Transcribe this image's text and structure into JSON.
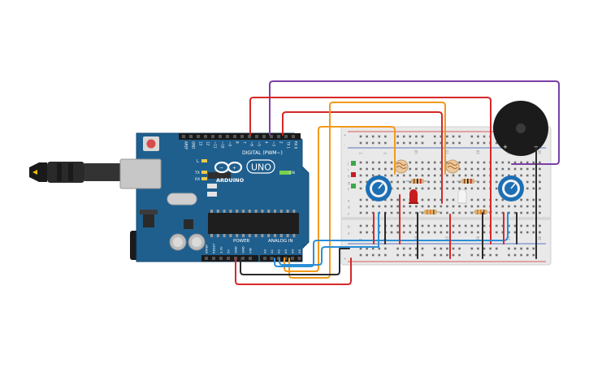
{
  "colors": {
    "board": "#1f5f8e",
    "board_edge": "#174c73",
    "header": "#1a1a1a",
    "breadboard": "#e9e9e9",
    "wire_red": "#d62828",
    "wire_black": "#2b2b2b",
    "wire_orange": "#f29a1a",
    "wire_purple": "#7b3fa6",
    "wire_blue": "#2b8fd6",
    "pot_blue": "#1c6fb5",
    "led_red": "#c81e1e",
    "buzzer": "#1b1b1b"
  },
  "arduino": {
    "brand": "ARDUINO",
    "model": "UNO",
    "digital_label": "DIGITAL (PWM~)",
    "power_label": "POWER",
    "analog_label": "ANALOG IN",
    "on_label": "ON",
    "led_l": "L",
    "led_tx": "TX",
    "led_rx": "RX",
    "digital_pins": [
      "AREF",
      "GND",
      "13",
      "12",
      "~11",
      "~10",
      "~9",
      "8",
      "7",
      "~6",
      "~5",
      "4",
      "~3",
      "2",
      "TX 1",
      "RX 0"
    ],
    "power_pins": [
      "IOREF",
      "RESET",
      "3.3V",
      "5V",
      "GND",
      "GND",
      "VIN"
    ],
    "analog_pins": [
      "A0",
      "A1",
      "A2",
      "A3",
      "A4",
      "A5"
    ]
  },
  "breadboard": {
    "rail_plus": "+",
    "rail_minus": "-",
    "row_letters_top": [
      "j",
      "i",
      "h",
      "g",
      "f"
    ],
    "row_letters_bottom": [
      "e",
      "d",
      "c",
      "b",
      "a"
    ],
    "column_numbers": [
      "1",
      "5",
      "10",
      "15",
      "20",
      "25",
      "30"
    ]
  },
  "buzzer": {
    "plus": "+",
    "minus": "−"
  }
}
